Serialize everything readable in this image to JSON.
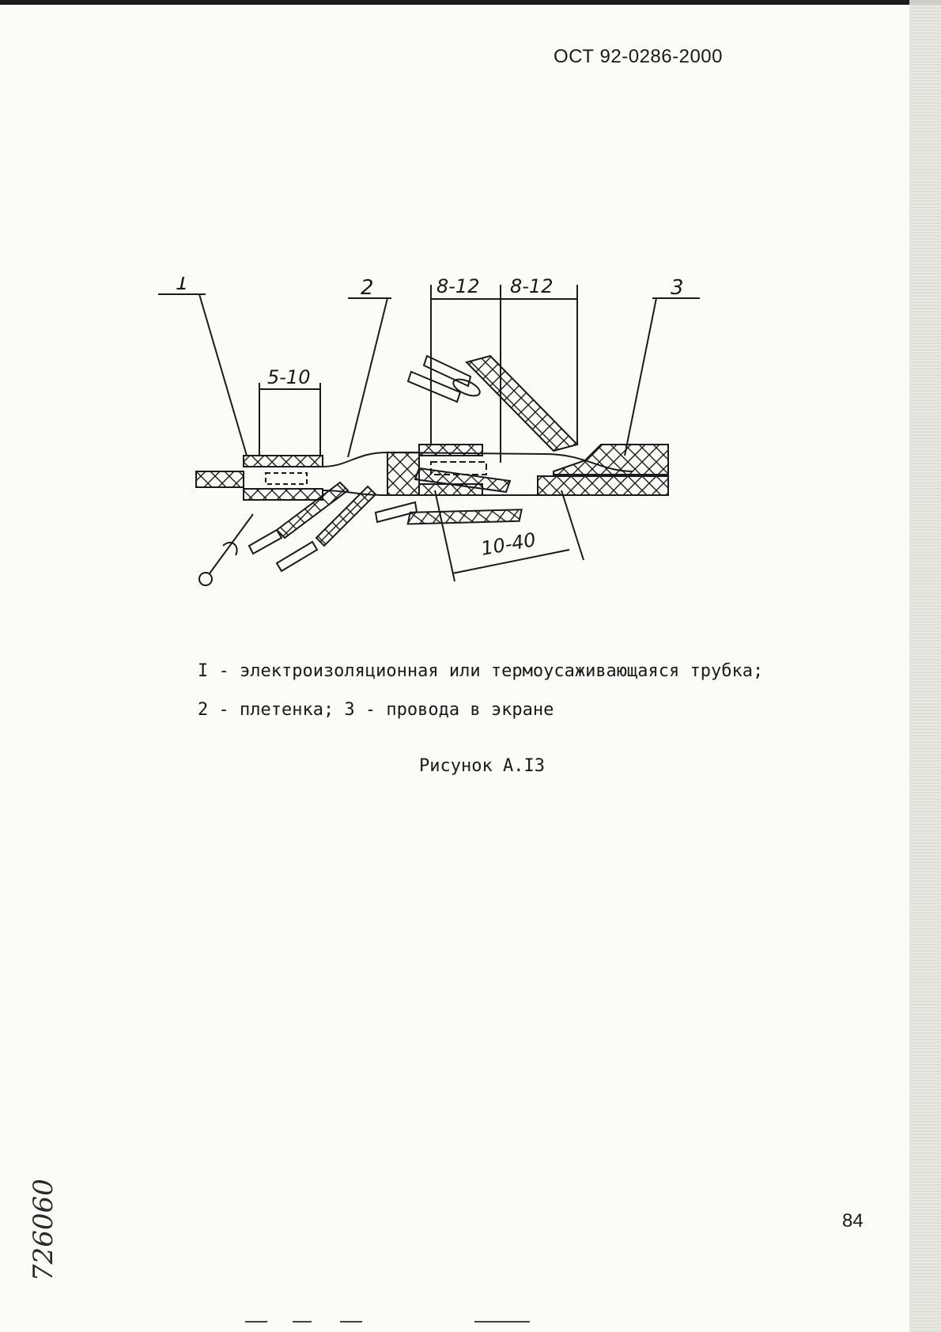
{
  "header": {
    "doc_code": "ОСТ 92-0286-2000"
  },
  "figure": {
    "callouts": [
      "1",
      "2",
      "3"
    ],
    "dimensions": [
      "5-10",
      "8-12",
      "8-12",
      "10-40"
    ]
  },
  "legend": {
    "line1": "I - электроизоляционная или термоусаживающаяся трубка;",
    "line2": "2 - плетенка; 3 - провода в экране"
  },
  "caption": "Рисунок А.I3",
  "footer": {
    "page_number": "84",
    "archive_number": "726060"
  }
}
